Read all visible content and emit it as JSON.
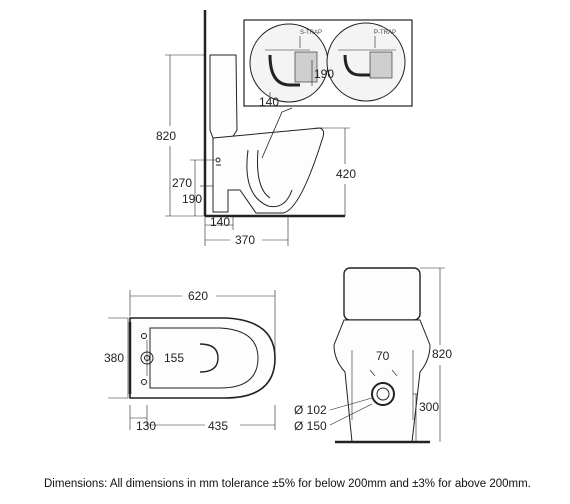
{
  "dimensions": {
    "side_height": "820",
    "side_270": "270",
    "side_190": "190",
    "side_420": "420",
    "side_140": "140",
    "side_370": "370",
    "inset_190": "190",
    "inset_140": "140",
    "inset_s_trap": "S-TRAP",
    "inset_p_trap": "P-TRAP",
    "plan_620": "620",
    "plan_380": "380",
    "plan_155": "155",
    "plan_130": "130",
    "plan_435": "435",
    "back_70": "70",
    "back_820": "820",
    "back_300": "300",
    "back_d102": "Ø 102",
    "back_d150": "Ø 150"
  },
  "caption": "Dimensions: All dimensions in mm tolerance ±5% for below 200mm and ±3% for above 200mm."
}
